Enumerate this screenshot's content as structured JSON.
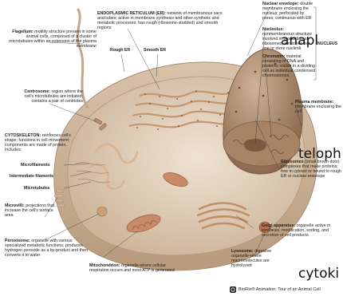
{
  "labels": {
    "er_title": "ENDOPLASMIC RETICULUM (ER):",
    "er_desc": "network of membranous sacs and tubes; active in membrane synthesis and other synthetic and metabolic processes; has rough (ribosome-studded) and smooth regions",
    "rough_er": "Rough ER",
    "smooth_er": "Smooth ER",
    "flagellum_title": "Flagellum:",
    "flagellum_desc": "motility structure present in some animal cells, composed of a cluster of microtubules within an extension of the plasma membrane",
    "centrosome_title": "Centrosome:",
    "centrosome_desc": "region where the cell's microtubules are initiated; contains a pair of centrioles",
    "cytoskeleton_title": "CYTOSKELETON:",
    "cytoskeleton_desc": "reinforces cell's shape; functions in cell movement; components are made of protein. Includes:",
    "microfilaments": "Microfilaments",
    "intermediate_filaments": "Intermediate filaments",
    "microtubules": "Microtubules",
    "microvilli_title": "Microvilli:",
    "microvilli_desc": "projections that increase the cell's surface area",
    "peroxisome_title": "Peroxisome:",
    "peroxisome_desc": "organelle with various specialized metabolic functions; produces hydrogen peroxide as a by-product and then converts it to water",
    "mitochondrion_title": "Mitochondrion:",
    "mitochondrion_desc": "organelle where cellular respiration occurs and most ATP is generated",
    "nuclear_envelope_title": "Nuclear envelope:",
    "nuclear_envelope_desc": "double membrane enclosing the nucleus; perforated by pores; continuous with ER",
    "nucleolus_title": "Nucleolus:",
    "nucleolus_desc": "nonmembranous structure involved in production of ribosomes; a nucleus has one or more nucleoli",
    "chromatin_title": "Chromatin:",
    "chromatin_desc": "material consisting of DNA and proteins; visible in a dividing cell as individual condensed chromosomes",
    "nucleus_tag": "NUCLEUS",
    "plasma_title": "Plasma membrane:",
    "plasma_desc": "membrane enclosing the cell",
    "ribosomes_title": "Ribosomes",
    "ribosomes_desc": "(small brown dots): complexes that make proteins; free in cytosol or bound to rough ER or nuclear envelope",
    "golgi_title": "Golgi apparatus:",
    "golgi_desc": "organelle active in synthesis, modification, sorting, and secretion of cell products",
    "lysosome_title": "Lysosome:",
    "lysosome_desc": "digestive organelle where macromolecules are hydrolyzed"
  },
  "overlay_words": {
    "anaphase": "anapl",
    "telophase": "teloph",
    "cytokinesis": "cytoki"
  },
  "footer": {
    "biofix": "BioFlix® Animation: Tour of an Animal Cell"
  },
  "colors": {
    "cytoplasm": "#e9d9c4",
    "membrane": "#c9ae92",
    "nucleus": "#b08a68",
    "nucleolus": "#8d6a4d",
    "er": "#d5b08a",
    "golgi": "#cc9f7a",
    "mito": "#c68c6a",
    "leader": "#333333"
  }
}
